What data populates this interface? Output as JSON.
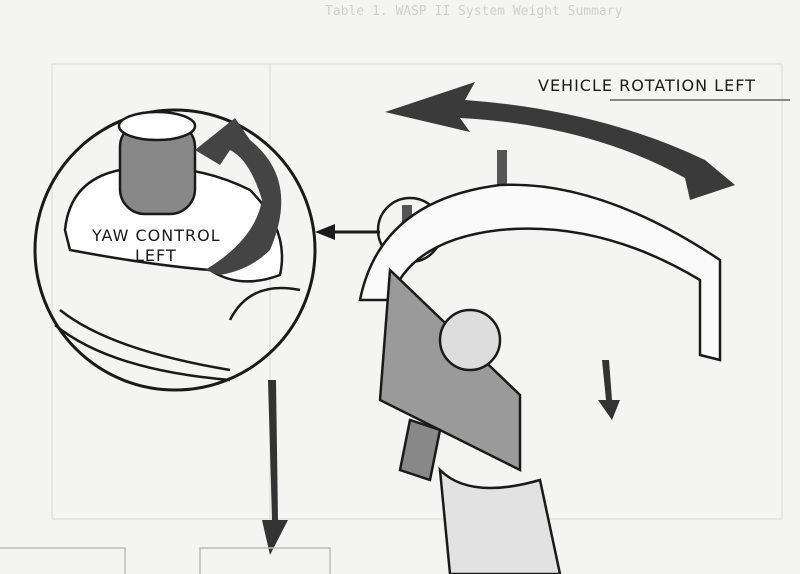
{
  "background_text": {
    "table_title": "Table 1. WASP II System Weight Summary"
  },
  "labels": {
    "vehicle_rotation": "VEHICLE ROTATION LEFT",
    "yaw_control_line1": "YAW CONTROL",
    "yaw_control_line2": "LEFT"
  },
  "colors": {
    "ink": "#1a1a1a",
    "paper": "#f4f4f2",
    "bleed": "#cfcfcd"
  }
}
